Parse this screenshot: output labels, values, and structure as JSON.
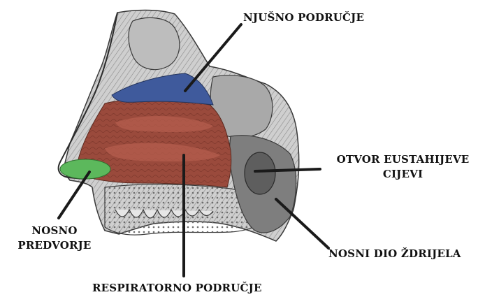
{
  "labels": {
    "olfactory": "NJUŠNO PODRUČJE",
    "eustachian_line1": "OTVOR EUSTAHIJEVE",
    "eustachian_line2": "CIJEVI",
    "vestibule_line1": "NOSNO",
    "vestibule_line2": "PREDVORJE",
    "nasopharynx": "NOSNI DIO ŽDRIJELA",
    "respiratory": "RESPIRATORNO PODRUČJE"
  },
  "colors": {
    "olfactory_region": "#3f5a9c",
    "respiratory_region": "#9a4a3c",
    "vestibule_region": "#5cb85c",
    "leader_lines": "#1a1a1a",
    "tissue": "#9a9a9a"
  }
}
